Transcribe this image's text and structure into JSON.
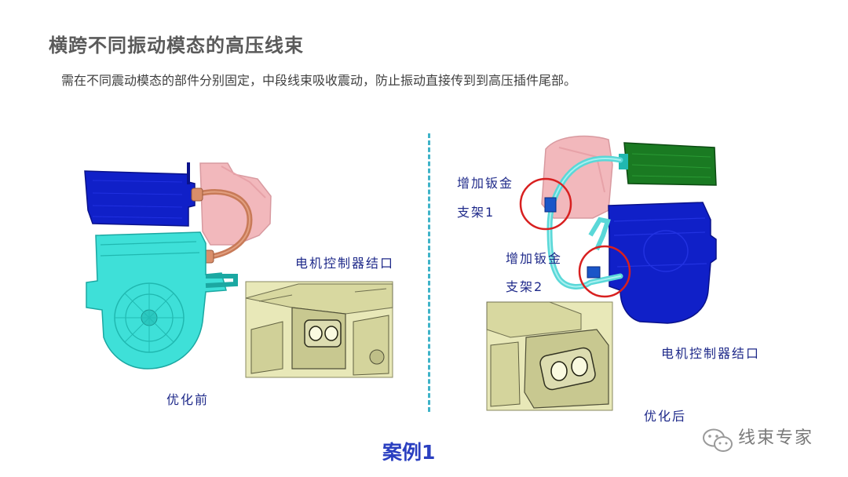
{
  "header": {
    "title": "横跨不同振动模态的高压线束",
    "subtitle": "需在不同震动模态的部件分别固定，中段线束吸收震动，防止振动直接传到到高压插件尾部。"
  },
  "left_panel": {
    "connector_label": "电机控制器结口",
    "state_label": "优化前"
  },
  "right_panel": {
    "bracket1_line1": "增加钣金",
    "bracket1_line2": "支架1",
    "bracket2_line1": "增加钣金",
    "bracket2_line2": "支架2",
    "connector_label": "电机控制器结口",
    "state_label": "优化后"
  },
  "footer": {
    "case_title": "案例1"
  },
  "watermark": {
    "text": "线束专家"
  },
  "colors": {
    "title": "#5a5a5a",
    "label": "#1f2a8a",
    "case_title": "#2a3fc0",
    "divider": "#3fb3c8",
    "controller_blue": "#1020c8",
    "motor_cyan": "#3ee0d8",
    "bracket_pink": "#f2b8bc",
    "harness_copper": "#c87a58",
    "harness_cyan": "#5ad8d8",
    "controller_green": "#1a7a22",
    "detail_beige": "#e8e8b8",
    "highlight_circle": "#d82020"
  }
}
